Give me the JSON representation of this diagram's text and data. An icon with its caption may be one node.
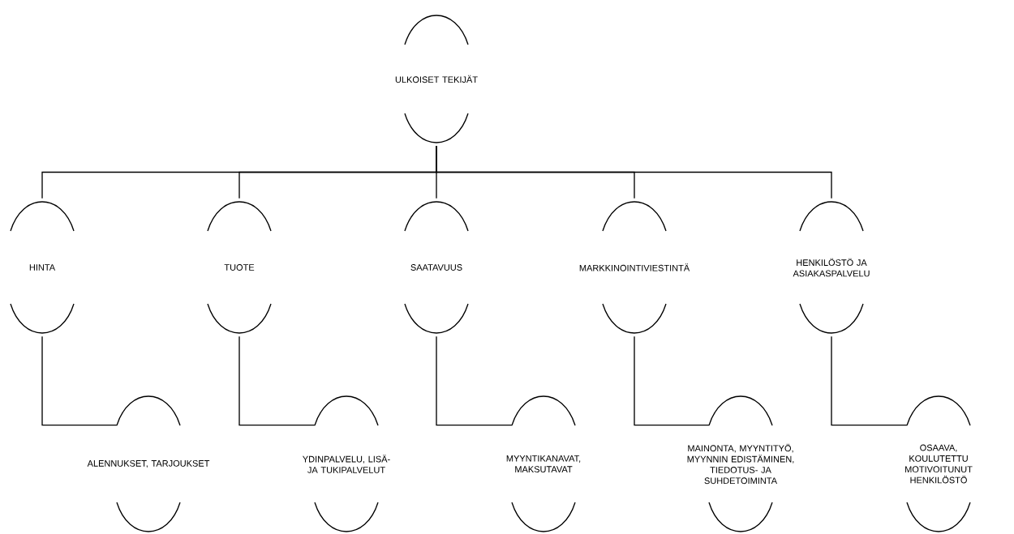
{
  "diagram": {
    "nodes": [
      {
        "text": [
          "ULKOISET TEKIJÄT"
        ]
      },
      {
        "text": [
          "HINTA"
        ]
      },
      {
        "text": [
          "TUOTE"
        ]
      },
      {
        "text": [
          "SAATAVUUS"
        ]
      },
      {
        "text": [
          "MARKKINOINTIVIESTINTÄ"
        ]
      },
      {
        "text": [
          "HENKILÖSTÖ JA ASIAKASPALVELU"
        ]
      },
      {
        "text": [
          "ALENNUKSET, TARJOUKSET"
        ]
      },
      {
        "text": [
          "YDINPALVELU, LISÄ- JA TUKIPALVELUT"
        ]
      },
      {
        "text": [
          "MYYNTIKANAVAT, MAKSUTAVAT"
        ]
      },
      {
        "text": [
          "MAINONTA, MYYNTITYÖ, MYYNNIN EDISTÄMINEN, TIEDOTUS- JA SUHDETOIMINTA"
        ]
      },
      {
        "text": [
          "OSAAVA, KOULUTETTU MOTIVOITUNUT HENKILÖSTÖ"
        ]
      }
    ],
    "edges": [
      {
        "from": 0,
        "to": 1,
        "arrow": "none"
      },
      {
        "from": 0,
        "to": 2,
        "arrow": "none"
      },
      {
        "from": 0,
        "to": 3,
        "arrow": "none"
      },
      {
        "from": 0,
        "to": 4,
        "arrow": "none"
      },
      {
        "from": 0,
        "to": 5,
        "arrow": "none"
      },
      {
        "from": 1,
        "to": 6,
        "arrow": "none"
      },
      {
        "from": 2,
        "to": 7,
        "arrow": "none"
      },
      {
        "from": 3,
        "to": 8,
        "arrow": "none"
      },
      {
        "from": 4,
        "to": 9,
        "arrow": "none"
      },
      {
        "from": 5,
        "to": 10,
        "arrow": "none"
      }
    ]
  }
}
